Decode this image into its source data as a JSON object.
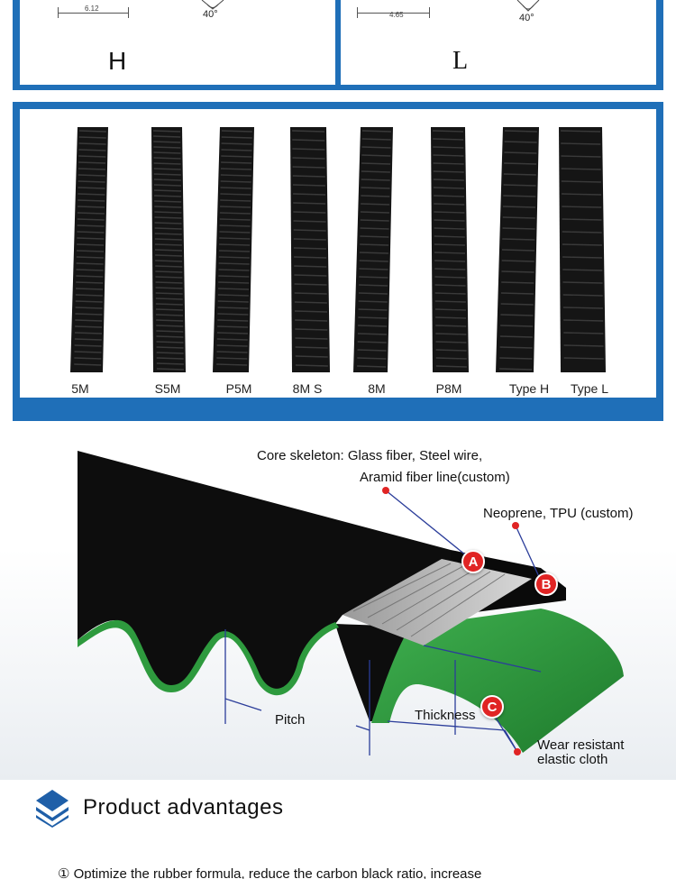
{
  "profiles": [
    {
      "dimension": "6.12",
      "angle": "40°",
      "type": "H"
    },
    {
      "dimension": "4.65",
      "angle": "40°",
      "type": "L"
    }
  ],
  "belts": {
    "labels": [
      "5M",
      "S5M",
      "P5M",
      "8M S",
      "8M",
      "P8M",
      "Type H",
      "Type L"
    ]
  },
  "structure": {
    "core_skeleton_line1": "Core skeleton: Glass fiber, Steel wire,",
    "core_skeleton_line2": "Aramid fiber line(custom)",
    "neoprene": "Neoprene, TPU (custom)",
    "pitch": "Pitch",
    "thickness": "Thickness",
    "wear_line1": "Wear resistant",
    "wear_line2": "elastic cloth",
    "badge_a": "A",
    "badge_b": "B",
    "badge_c": "C"
  },
  "advantages": {
    "heading": "Product advantages",
    "item1": "① Optimize the rubber formula, reduce the carbon black ratio, increase"
  },
  "colors": {
    "frame_blue": "#1f6fb8",
    "badge_red": "#e02424",
    "cloth_green": "#2e9a3e",
    "heading_icon_blue": "#1f5fa8"
  }
}
